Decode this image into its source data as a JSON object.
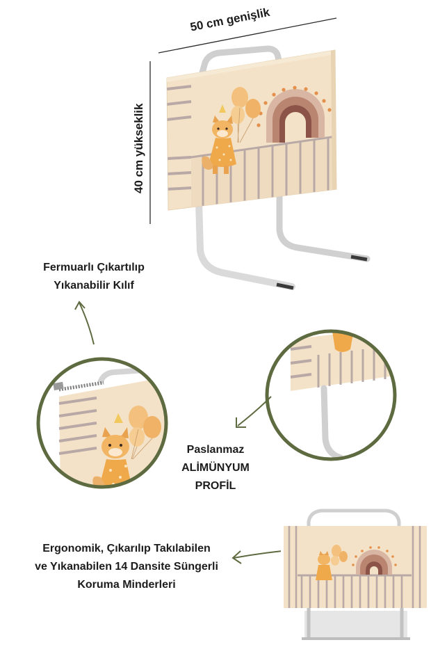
{
  "dimensions": {
    "width_label": "50 cm genişlik",
    "height_label": "40 cm yükseklik"
  },
  "callouts": {
    "zipper": {
      "line1": "Fermuarlı Çıkartılıp",
      "line2": "Yıkanabilir Kılıf"
    },
    "profile": {
      "line1": "Paslanmaz",
      "line2": "ALİMÜNYUM",
      "line3": "PROFİL"
    },
    "cushion": {
      "line1": "Ergonomik, Çıkarılıp Takılabilen",
      "line2": "ve Yıkanabilen 14 Dansite Süngerli",
      "line3": "Koruma Minderleri"
    }
  },
  "colors": {
    "pad_base": "#f3e2c7",
    "stripe": "#b9a9a6",
    "circle_border": "#5e6a3f",
    "arrow": "#5e6a3f",
    "rainbow_outer": "#d9b6a3",
    "rainbow_mid": "#b98470",
    "rainbow_inner": "#8c5448",
    "dots": "#e3904c",
    "fox": "#f2b563",
    "balloon": "#f3c07e",
    "metal": "#c9c9c9"
  },
  "icons": [
    "zipper-icon",
    "fox-illustration",
    "balloon-icon",
    "rainbow-illustration",
    "arrow-icon"
  ]
}
